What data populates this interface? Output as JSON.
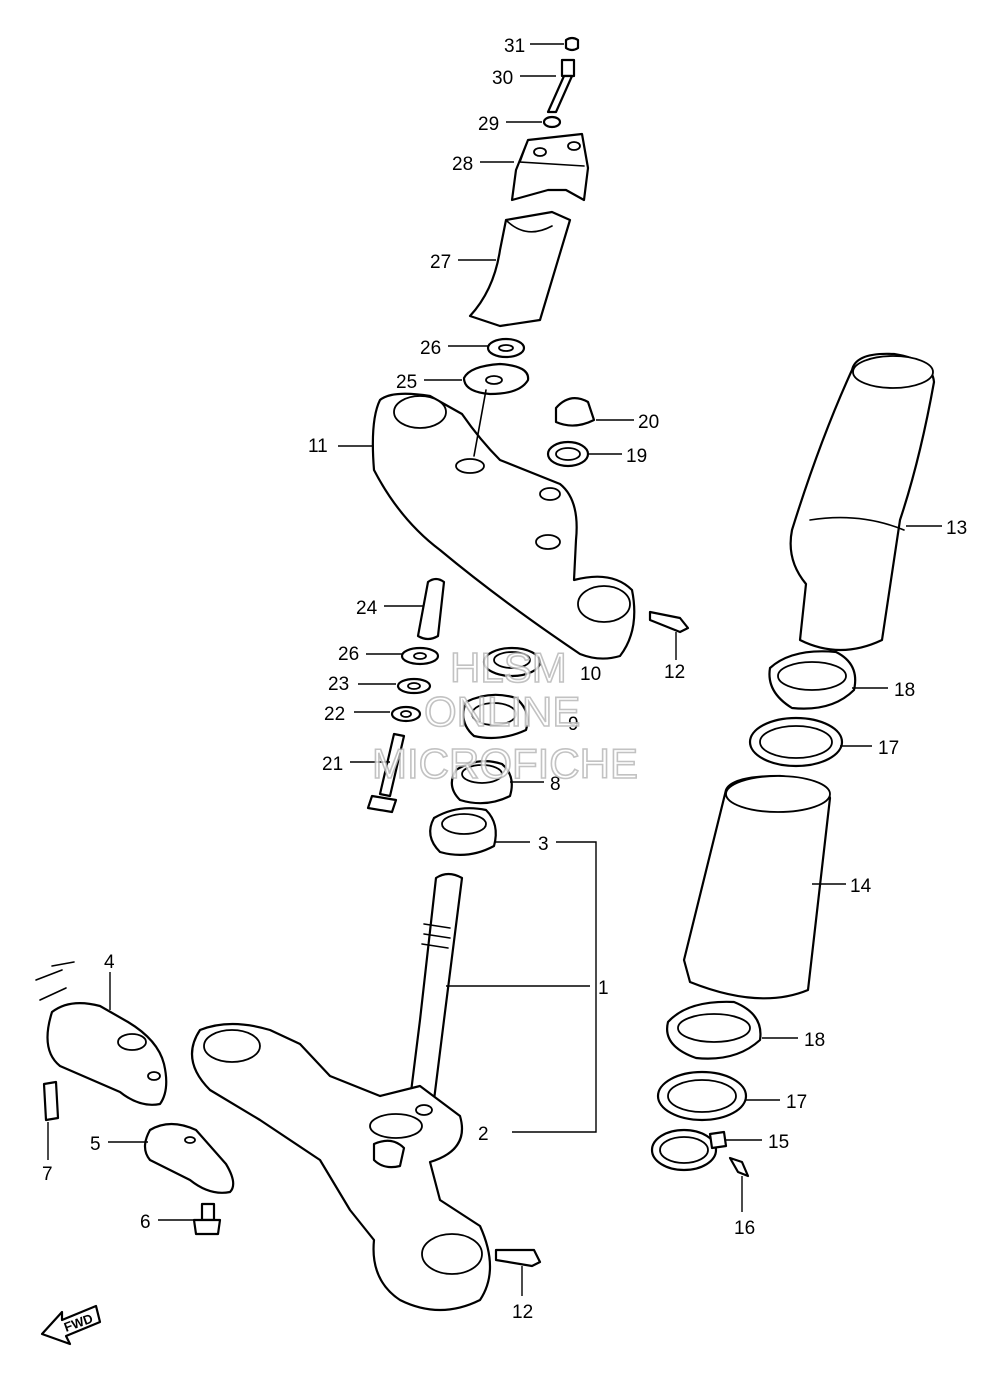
{
  "callouts": {
    "c31": "31",
    "c30": "30",
    "c29": "29",
    "c28": "28",
    "c27": "27",
    "c26a": "26",
    "c25": "25",
    "c20": "20",
    "c19": "19",
    "c11": "11",
    "c13": "13",
    "c24": "24",
    "c12a": "12",
    "c26b": "26",
    "c10": "10",
    "c18a": "18",
    "c23": "23",
    "c9": "9",
    "c22": "22",
    "c17a": "17",
    "c21": "21",
    "c8": "8",
    "c3": "3",
    "c14": "14",
    "c1": "1",
    "c4": "4",
    "c18b": "18",
    "c17b": "17",
    "c2": "2",
    "c7": "7",
    "c5": "5",
    "c15": "15",
    "c16": "16",
    "c6": "6",
    "c12b": "12"
  },
  "watermark": {
    "line1": "HLSM",
    "line2": "ONLINE",
    "line3": "MICROFICHE"
  },
  "fwd_label": "FWD"
}
